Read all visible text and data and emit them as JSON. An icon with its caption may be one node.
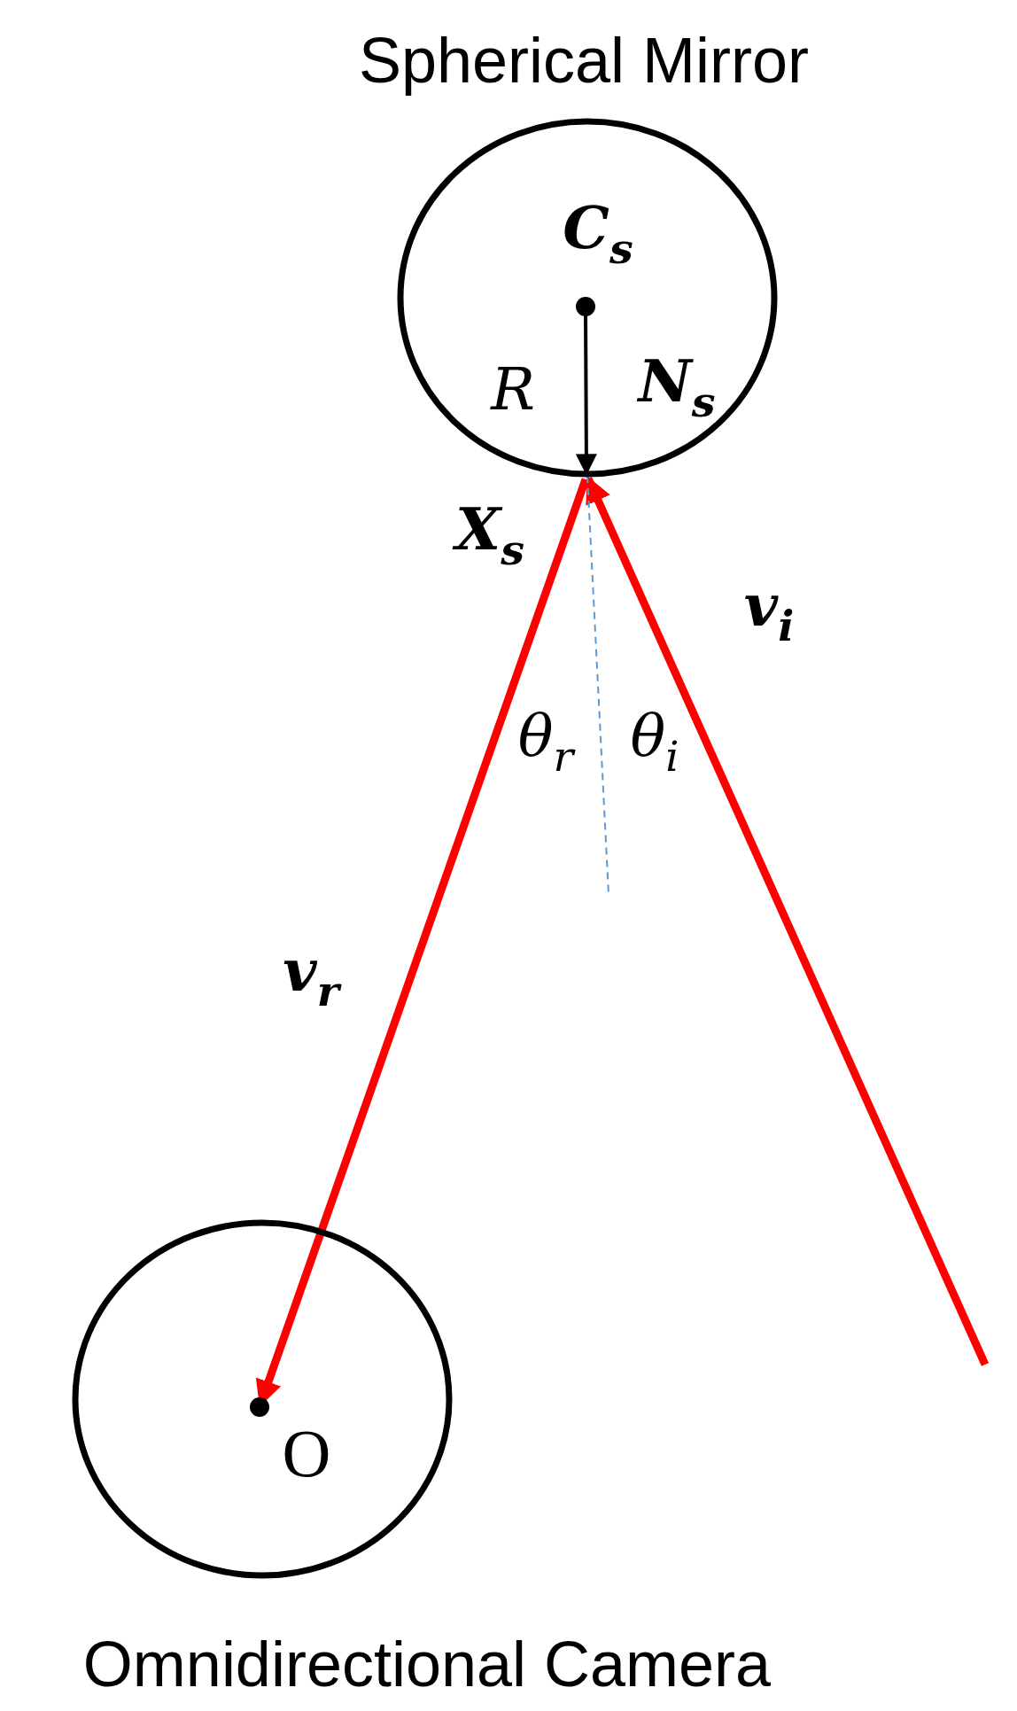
{
  "diagram": {
    "nodes": [
      {
        "text": [
          "Spherical Mirror"
        ]
      },
      {
        "text": [
          "C$_{s}$"
        ],
        "in": 0
      },
      {
        "text": [
          "X$_{s}$"
        ]
      },
      {
        "text": [
          "Omnidirectional Camera"
        ]
      },
      {
        "text": [
          "O"
        ],
        "in": 3
      }
    ],
    "edges": [
      {
        "from": 1,
        "to": 2,
        "arrow": "to",
        "label": "N$_{s}$",
        "color": "#000000"
      },
      {
        "from": null,
        "to": 2,
        "arrow": "to",
        "label": "v$_{i}$",
        "style": "thick",
        "color": "#ff0000"
      },
      {
        "from": 2,
        "to": 4,
        "arrow": "to",
        "label": "v$_{r}$",
        "style": "thick",
        "color": "#ff0000"
      },
      {
        "from": 2,
        "to": null,
        "arrow": "none",
        "style": "dashed",
        "color": "#5b9bd5"
      }
    ],
    "labels": [
      "R",
      "θ$_{r}$",
      "θ$_{i}$"
    ]
  }
}
